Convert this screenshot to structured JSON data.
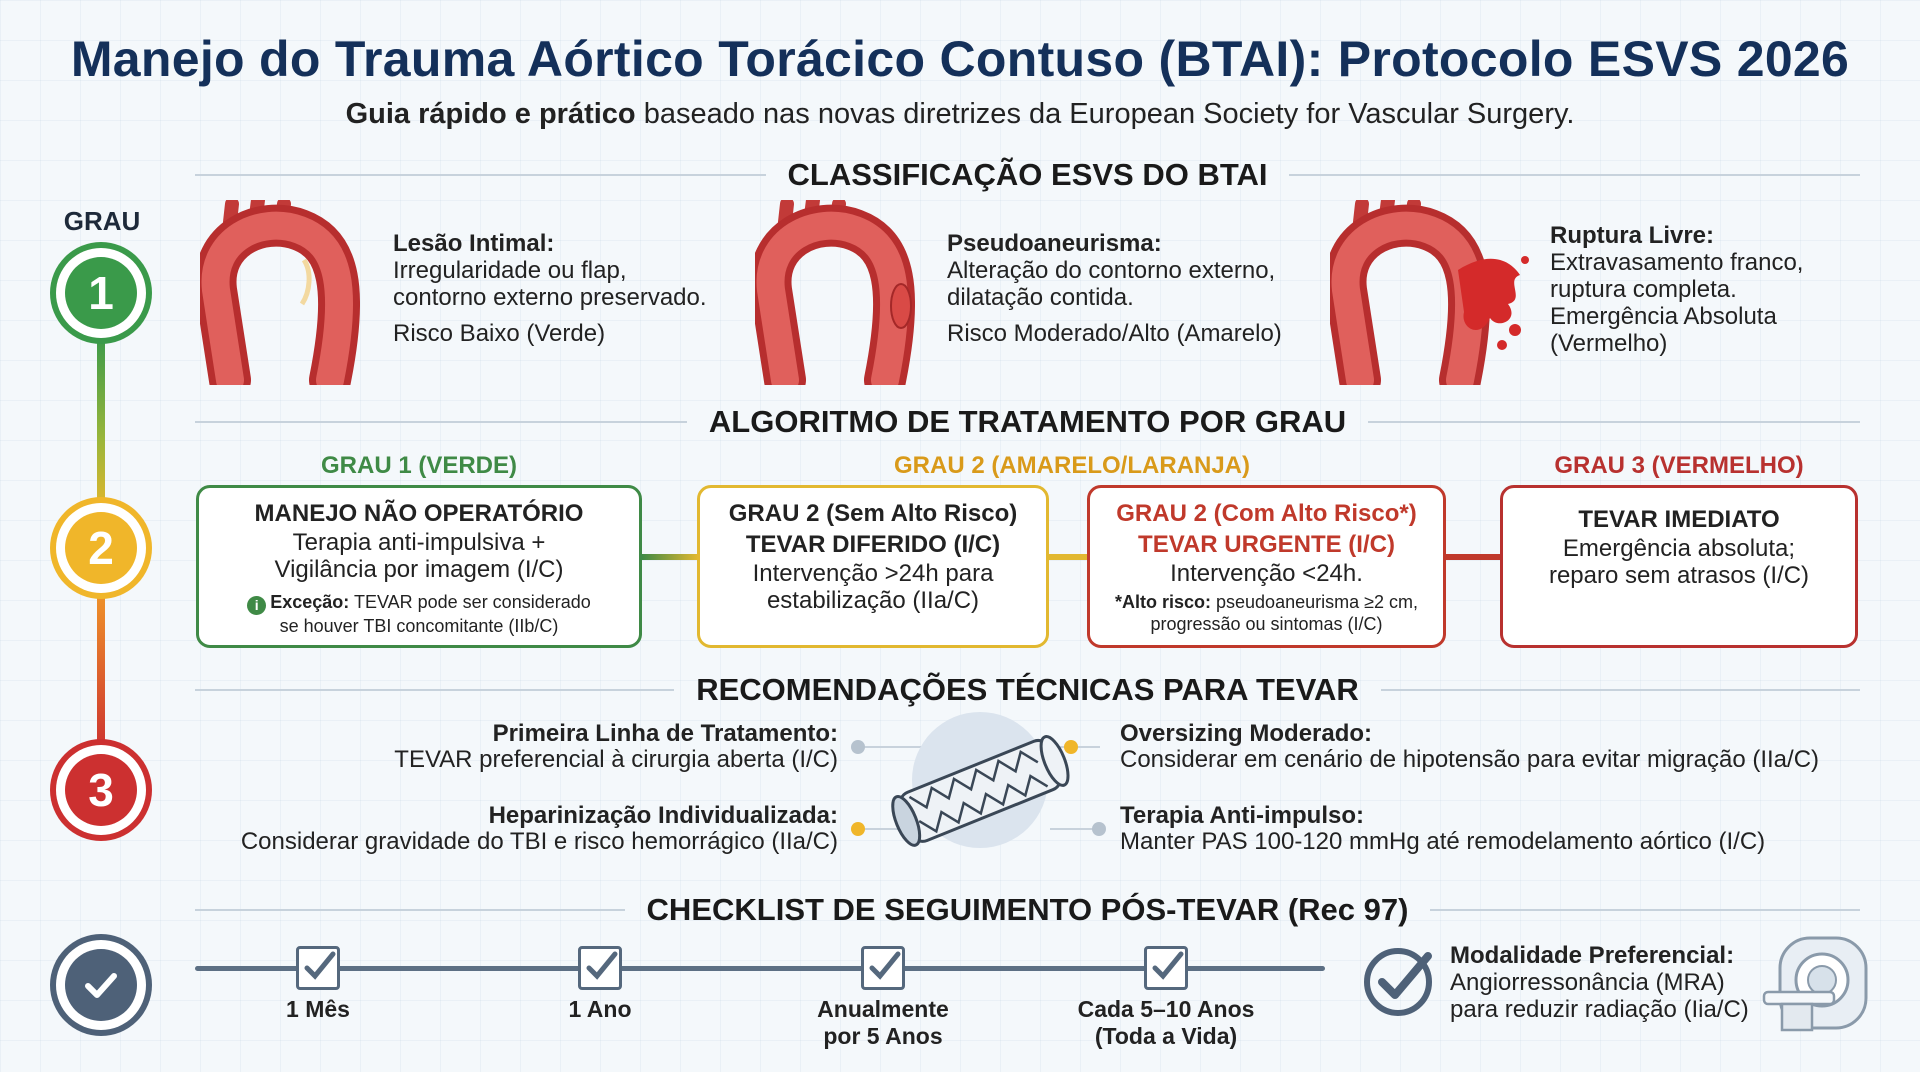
{
  "title": "Manejo do Trauma Aórtico Torácico Contuso (BTAI): Protocolo ESVS 2026",
  "subtitle": {
    "bold": "Guia rápido e prático",
    "rest": " baseado nas novas diretrizes da European Society for Vascular Surgery."
  },
  "rail": {
    "label": "GRAU",
    "steps": [
      "1",
      "2",
      "3"
    ],
    "colors": [
      "#3a9a4a",
      "#f0b62a",
      "#cc3030",
      "#4e6178"
    ]
  },
  "classification": {
    "header": "CLASSIFICAÇÃO ESVS DO BTAI",
    "items": [
      {
        "title": "Lesão Intimal:",
        "desc": [
          "Irregularidade ou flap,",
          "contorno externo preservado."
        ],
        "risk": "Risco Baixo (Verde)"
      },
      {
        "title": "Pseudoaneurisma:",
        "desc": [
          "Alteração do contorno externo,",
          "dilatação contida."
        ],
        "risk": "Risco Moderado/Alto (Amarelo)"
      },
      {
        "title": "Ruptura Livre:",
        "desc": [
          "Extravasamento franco,",
          "ruptura completa.",
          "Emergência Absoluta",
          "(Vermelho)"
        ],
        "risk": ""
      }
    ]
  },
  "algorithm": {
    "header": "ALGORITMO DE TRATAMENTO POR GRAU",
    "grade_labels": [
      "GRAU 1 (VERDE)",
      "GRAU 2 (AMARELO/LARANJA)",
      "GRAU 3 (VERMELHO)"
    ],
    "box1": {
      "h": "MANEJO NÃO OPERATÓRIO",
      "b": [
        "Terapia anti-impulsiva +",
        "Vigilância por imagem (I/C)"
      ],
      "note_bold": "Exceção:",
      "note_rest": " TEVAR pode ser considerado",
      "note_line2": "se houver TBI concomitante (IIb/C)"
    },
    "box2": {
      "h": [
        "GRAU 2 (Sem Alto Risco)",
        "TEVAR DIFERIDO (I/C)"
      ],
      "b": [
        "Intervenção >24h para",
        "estabilização (IIa/C)"
      ]
    },
    "box3": {
      "h": [
        "GRAU 2 (Com Alto Risco*)",
        "TEVAR URGENTE (I/C)"
      ],
      "b": [
        "Intervenção <24h."
      ],
      "note_bold": "*Alto risco:",
      "note_rest": " pseudoaneurisma ≥2 cm,",
      "note_line2": "progressão ou sintomas (I/C)"
    },
    "box4": {
      "h": "TEVAR IMEDIATO",
      "b": [
        "Emergência absoluta;",
        "reparo sem atrasos (I/C)"
      ]
    },
    "colors": {
      "green": "#3f8a46",
      "yellow": "#e2b830",
      "orange": "#c0392b",
      "red": "#b8312f",
      "yellow_text": "#d99a1a"
    }
  },
  "tech": {
    "header": "RECOMENDAÇÕES TÉCNICAS PARA TEVAR",
    "items": [
      {
        "title": "Primeira Linha de Tratamento:",
        "desc": "TEVAR preferencial à cirurgia aberta (I/C)"
      },
      {
        "title": "Heparinização Individualizada:",
        "desc": "Considerar gravidade do TBI e risco hemorrágico (IIa/C)"
      },
      {
        "title": "Oversizing Moderado:",
        "desc": "Considerar em cenário de hipotensão para evitar migração (IIa/C)"
      },
      {
        "title": "Terapia Anti-impulso:",
        "desc": "Manter PAS 100-120 mmHg até remodelamento aórtico (I/C)"
      }
    ]
  },
  "checklist": {
    "header": "CHECKLIST DE SEGUIMENTO PÓS-TEVAR (Rec 97)",
    "steps": [
      [
        "1 Mês"
      ],
      [
        "1 Ano"
      ],
      [
        "Anualmente",
        "por 5 Anos"
      ],
      [
        "Cada 5–10 Anos",
        "(Toda a Vida)"
      ]
    ],
    "modality_title": "Modalidade Preferencial:",
    "modality_desc": [
      "Angiorressonância (MRA)",
      "para reduzir radiação (Iia/C)"
    ]
  }
}
